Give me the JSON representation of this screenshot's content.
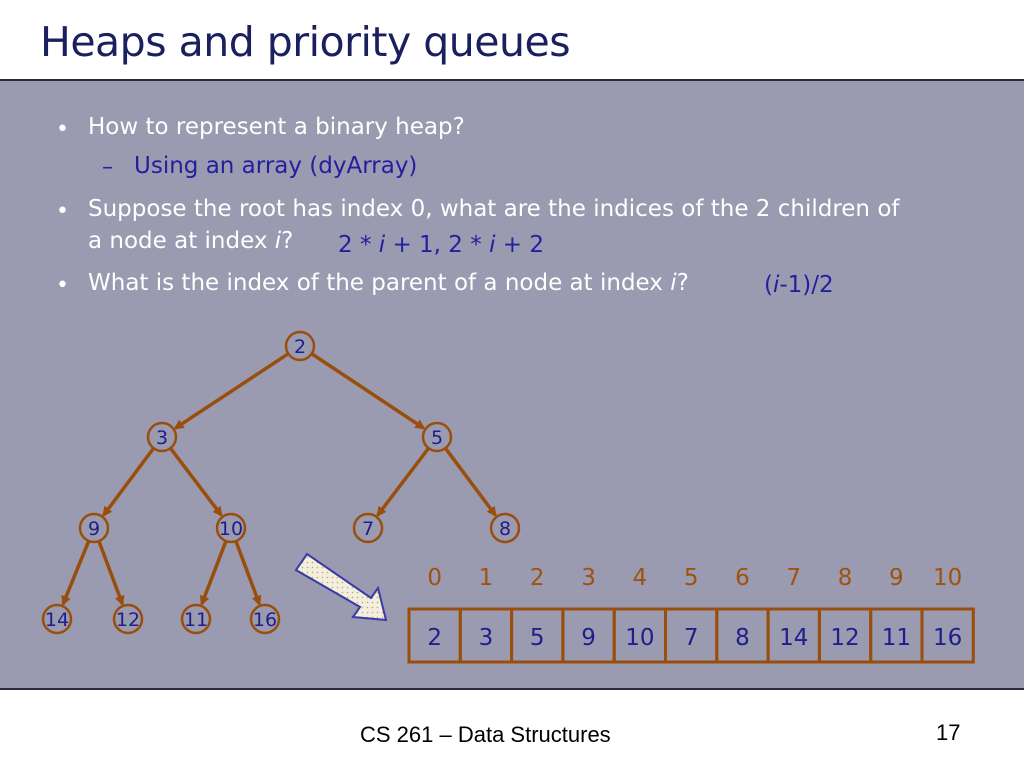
{
  "slide": {
    "title": "Heaps and priority queues",
    "footer": "CS 261 – Data Structures",
    "page_number": "17"
  },
  "bullets": {
    "b1": {
      "marker": "•",
      "text": "How to represent a binary heap?"
    },
    "b1_sub": {
      "marker": "–",
      "text": "Using an array (dyArray)"
    },
    "b2": {
      "marker": "•",
      "text_line1": "Suppose the root has index 0, what are the indices of the 2 children of",
      "text_line2_prefix": "a node at index ",
      "var": "i",
      "question_mark": "?",
      "answer": {
        "p1": "2 * ",
        "v1": "i",
        "p2": " + 1, 2 * ",
        "v2": "i",
        "p3": " + 2"
      }
    },
    "b3": {
      "marker": "•",
      "text_prefix": "What is the index of the parent of a node at index ",
      "var": "i",
      "question_mark": "?",
      "answer": {
        "p1": "(",
        "v1": "i",
        "p2": "-1)/2"
      }
    }
  },
  "colors": {
    "panel_bg": "#9a9ab0",
    "title": "#1a1f5e",
    "answer_text": "#22209e",
    "tree_edge": "#9a4e0c",
    "index_label": "#a0520c",
    "node_text": "#1e1e8c",
    "arrow_fill": "#f4eedc",
    "arrow_outline": "#3a3aa8"
  },
  "tree": {
    "nodes": [
      "2",
      "3",
      "5",
      "9",
      "10",
      "7",
      "8",
      "14",
      "12",
      "11",
      "16"
    ]
  },
  "array": {
    "indices": [
      "0",
      "1",
      "2",
      "3",
      "4",
      "5",
      "6",
      "7",
      "8",
      "9",
      "10"
    ],
    "values": [
      "2",
      "3",
      "5",
      "9",
      "10",
      "7",
      "8",
      "14",
      "12",
      "11",
      "16"
    ]
  }
}
